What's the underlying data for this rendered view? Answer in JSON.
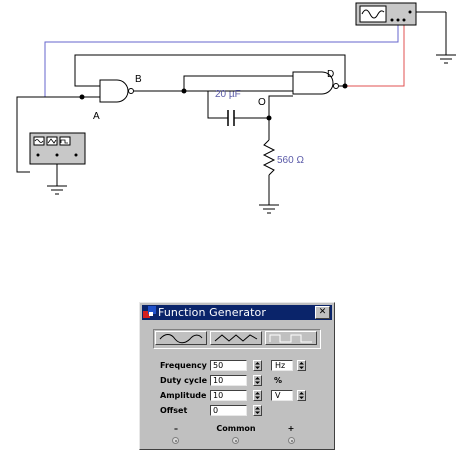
{
  "circuit": {
    "nodes": {
      "a": "A",
      "b": "B",
      "d": "D",
      "o": "O"
    },
    "capacitor_label": "20 µF",
    "resistor_label": "560 Ω",
    "colors": {
      "wire": "#000000",
      "probe_a": "#6666cc",
      "probe_d": "#e05050",
      "label": "#5a5aa8"
    }
  },
  "function_generator": {
    "title": "Function Generator",
    "close_glyph": "✕",
    "waveforms": [
      "sine-wave-icon",
      "triangle-wave-icon",
      "square-wave-icon"
    ],
    "fields": [
      {
        "label": "Frequency",
        "value": "50",
        "unit": "Hz",
        "unit_selectable": true
      },
      {
        "label": "Duty cycle",
        "value": "10",
        "unit": "%",
        "unit_selectable": false
      },
      {
        "label": "Amplitude",
        "value": "10",
        "unit": "V",
        "unit_selectable": true
      },
      {
        "label": "Offset",
        "value": "0",
        "unit": "",
        "unit_selectable": false
      }
    ],
    "terminals": {
      "minus": "–",
      "common": "Common",
      "plus": "+"
    }
  }
}
